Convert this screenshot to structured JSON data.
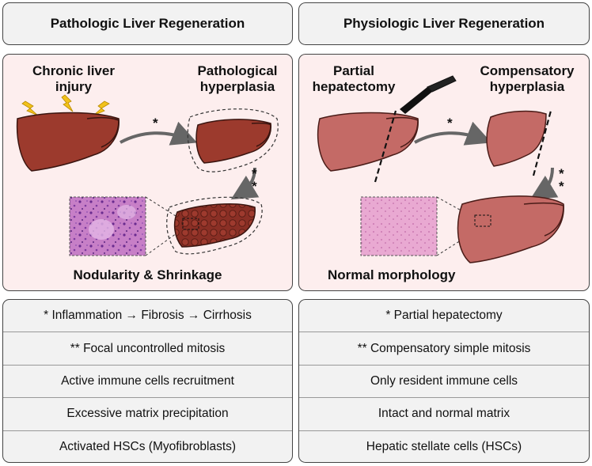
{
  "left": {
    "header": "Pathologic Liver Regeneration",
    "label_injury": "Chronic liver\ninjury",
    "label_hyperplasia": "Pathological\nhyperplasia",
    "label_bottom": "Nodularity & Shrinkage",
    "star_single": "*",
    "star_double_1": "*",
    "star_double_2": "*",
    "rows": [
      "* Inflammation → Fibrosis → Cirrhosis",
      "** Focal uncontrolled mitosis",
      "Active immune cells recruitment",
      "Excessive matrix precipitation",
      "Activated HSCs (Myofibroblasts)"
    ]
  },
  "right": {
    "header": "Physiologic Liver Regeneration",
    "label_hepatectomy": "Partial\nhepatectomy",
    "label_hyperplasia": "Compensatory\nhyperplasia",
    "label_bottom": "Normal morphology",
    "star_single": "*",
    "star_double_1": "*",
    "star_double_2": "*",
    "rows": [
      "* Partial hepatectomy",
      "** Compensatory simple mitosis",
      "Only resident immune cells",
      "Intact and normal matrix",
      "Hepatic stellate cells (HSCs)"
    ]
  },
  "colors": {
    "panel_bg": "#fdeeee",
    "header_bg": "#f2f2f2",
    "liver_path": "#9c3a2d",
    "liver_phys": "#c46a66",
    "bolt": "#f2c21b",
    "histo_path": "#c77fc7",
    "histo_phys": "#e6a8d0"
  }
}
